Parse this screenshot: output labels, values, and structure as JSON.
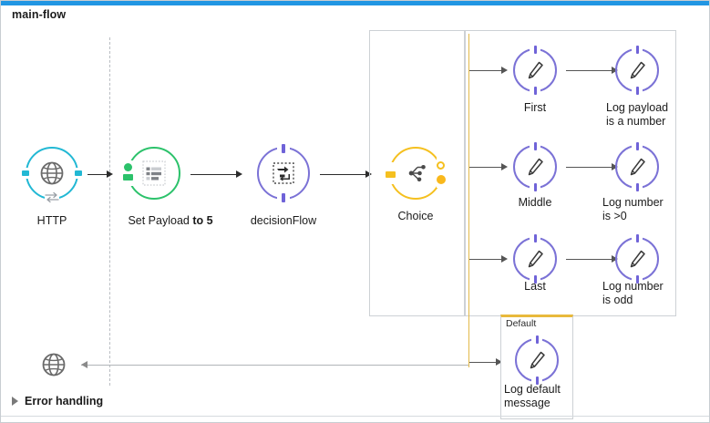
{
  "flow": {
    "title": "main-flow",
    "header_color": "#2196e3"
  },
  "colors": {
    "http_teal": "#22b8d4",
    "setpayload_green": "#2cc26b",
    "flowref_purple": "#7b72d6",
    "choice_yellow": "#f5c01f",
    "logger_purple": "#7b72d6",
    "connector_gray": "#2b2b2b",
    "container_border": "#cdd1d5",
    "spine_yellow": "#e3b94a"
  },
  "source": {
    "listener": {
      "label": "HTTP",
      "icon": "globe-icon",
      "sub_icon": "request-response-arrows-icon"
    },
    "response": {
      "icon": "globe-icon"
    }
  },
  "main_chain": [
    {
      "id": "set-payload",
      "label_plain": "Set Payload ",
      "label_bold": "to 5",
      "icon": "document-lines-icon"
    },
    {
      "id": "decision-flow",
      "label": "decisionFlow",
      "icon": "flow-reference-icon"
    }
  ],
  "choice": {
    "label": "Choice",
    "icon": "choice-branch-icon"
  },
  "branches": [
    {
      "name": "branch-first",
      "steps": [
        {
          "label": "First",
          "icon": "logger-pencil-icon"
        },
        {
          "label": "Log payload\nis a number",
          "icon": "logger-pencil-icon"
        }
      ]
    },
    {
      "name": "branch-middle",
      "steps": [
        {
          "label": "Middle",
          "icon": "logger-pencil-icon"
        },
        {
          "label": "Log number\nis >0",
          "icon": "logger-pencil-icon"
        }
      ]
    },
    {
      "name": "branch-last",
      "steps": [
        {
          "label": "Last",
          "icon": "logger-pencil-icon"
        },
        {
          "label": "Log number\nis odd",
          "icon": "logger-pencil-icon"
        }
      ]
    }
  ],
  "default_branch": {
    "scope_label": "Default",
    "step": {
      "label": "Log default\nmessage",
      "icon": "logger-pencil-icon"
    }
  },
  "error_handling": {
    "label": "Error handling",
    "expander": "collapsed-triangle-icon"
  }
}
